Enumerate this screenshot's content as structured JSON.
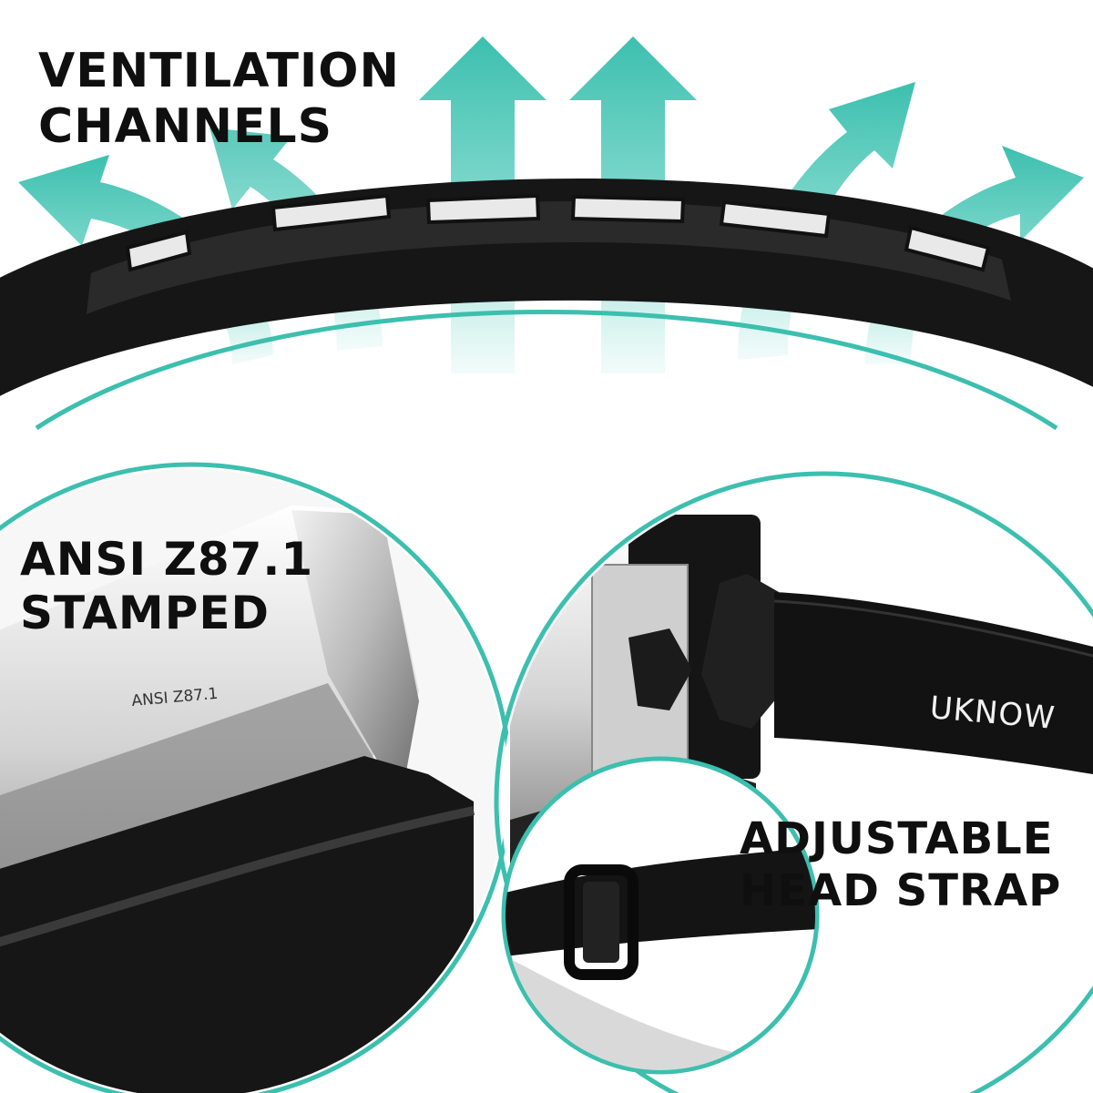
{
  "labels": {
    "ventilation": [
      "VENTILATION",
      "CHANNELS"
    ],
    "ansi": [
      "ANSI Z87.1",
      "STAMPED"
    ],
    "strap": [
      "ADJUSTABLE",
      "HEAD STRAP"
    ]
  },
  "stamp_text": "ANSI Z87.1",
  "brand_text": "UKNOW",
  "colors": {
    "accent": "#3cbfae",
    "frame": "#141414",
    "text": "#0f0f0f"
  }
}
